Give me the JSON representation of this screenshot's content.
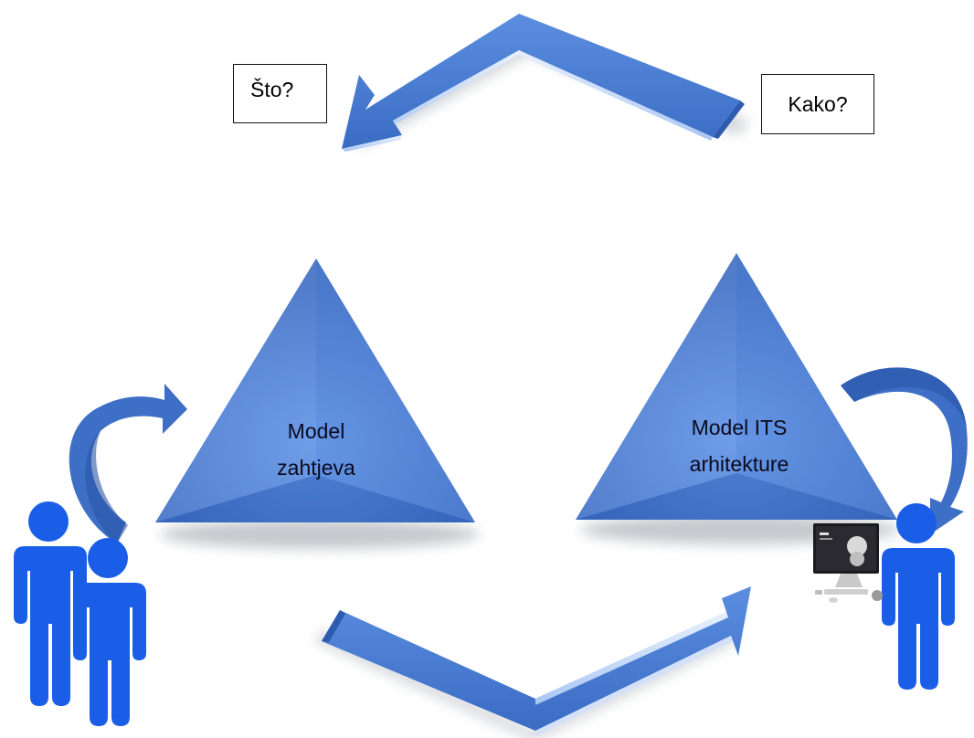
{
  "question_what": "Što?",
  "question_how": "Kako?",
  "left_triangle": {
    "line1": "Model",
    "line2": "zahtjeva"
  },
  "right_triangle": {
    "line1": "Model ITS",
    "line2": "arhitekture"
  },
  "colors": {
    "shape_blue": "#4a7fd6",
    "shape_dark": "#2c5cb0",
    "shape_light": "#8fb5f0",
    "person_blue": "#1a5ee8",
    "border": "#111111"
  },
  "icons": [
    "person-icon",
    "computer-icon",
    "curved-arrow-icon",
    "chevron-arrow-icon"
  ]
}
